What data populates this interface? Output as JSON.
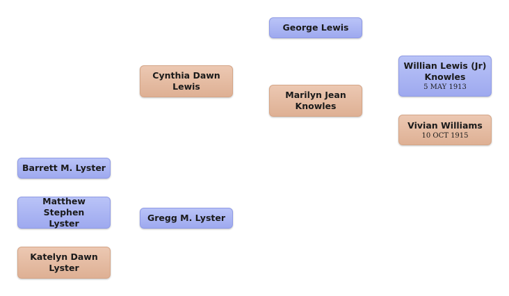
{
  "people": {
    "george": {
      "name": "George  Lewis",
      "gender": "male"
    },
    "cynthia": {
      "name": "Cynthia Dawn\nLewis",
      "gender": "female"
    },
    "marilyn": {
      "name": "Marilyn Jean\nKnowles",
      "gender": "female"
    },
    "willian": {
      "name": "Willian Lewis (Jr)\nKnowles",
      "date": "5 MAY 1913",
      "gender": "male"
    },
    "vivian": {
      "name": "Vivian  Williams",
      "date": "10 OCT 1915",
      "gender": "female"
    },
    "barrett": {
      "name": "Barrett M. Lyster",
      "gender": "male"
    },
    "matthew": {
      "name": "Matthew Stephen\nLyster",
      "gender": "male"
    },
    "gregg": {
      "name": "Gregg M. Lyster",
      "gender": "male"
    },
    "katelyn": {
      "name": "Katelyn Dawn\nLyster",
      "gender": "female"
    }
  },
  "colors": {
    "male_box": "#a9b3f3",
    "female_box": "#e4bda4",
    "text": "#1a1a1a",
    "background": "#ffffff"
  }
}
